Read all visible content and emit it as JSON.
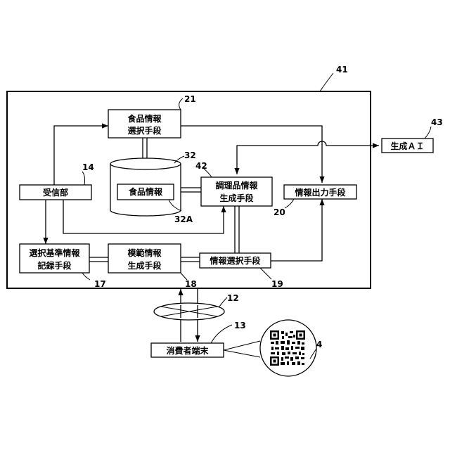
{
  "diagram": {
    "system_ref": "41",
    "blocks": {
      "food_selection": {
        "lines": [
          "食品情報",
          "選択手段"
        ],
        "ref": "21"
      },
      "food_db": {
        "label": "食品情報",
        "ref_db": "32",
        "ref_record": "32A"
      },
      "receiver": {
        "label": "受信部",
        "ref": "14"
      },
      "cooking_gen": {
        "lines": [
          "調理品情報",
          "生成手段"
        ],
        "ref": "42"
      },
      "info_output": {
        "label": "情報出力手段",
        "ref": "20"
      },
      "criteria_record": {
        "lines": [
          "選択基準情報",
          "記録手段"
        ],
        "ref": "17"
      },
      "model_gen": {
        "lines": [
          "模範情報",
          "生成手段"
        ],
        "ref": "18"
      },
      "info_select": {
        "label": "情報選択手段",
        "ref": "19"
      },
      "generative_ai": {
        "label": "生成ＡＩ",
        "ref": "43"
      },
      "network": {
        "ref": "12"
      },
      "consumer_terminal": {
        "label": "消費者端末",
        "ref": "13"
      },
      "code_callout": {
        "ref": "4",
        "icon": "qr-code-icon"
      }
    }
  }
}
